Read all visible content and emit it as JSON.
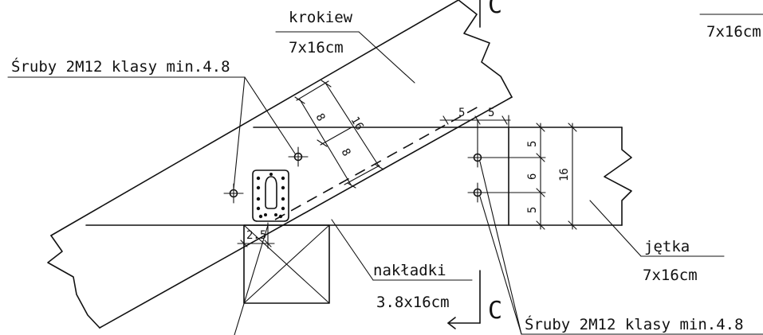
{
  "labels": {
    "krokiew_name": "krokiew",
    "krokiew_size": "7x16cm",
    "top_right_size": "7x16cm",
    "bolts_left": "Śruby 2M12 klasy min.4.8",
    "bolts_right": "Śruby 2M12 klasy min.4.8",
    "jetka_name": "jętka",
    "jetka_size": "7x16cm",
    "nakladki_name": "nakładki",
    "nakladki_size": "3.8x16cm",
    "section_top": "C",
    "section_bottom": "C"
  },
  "dimensions": {
    "rafter_8a": "8",
    "rafter_16": "16",
    "rafter_8b": "8",
    "top_5a": "5",
    "top_5b": "5",
    "right_5a": "5",
    "right_6": "6",
    "right_5b": "5",
    "right_16": "16",
    "offset_2_5": "2.5"
  }
}
